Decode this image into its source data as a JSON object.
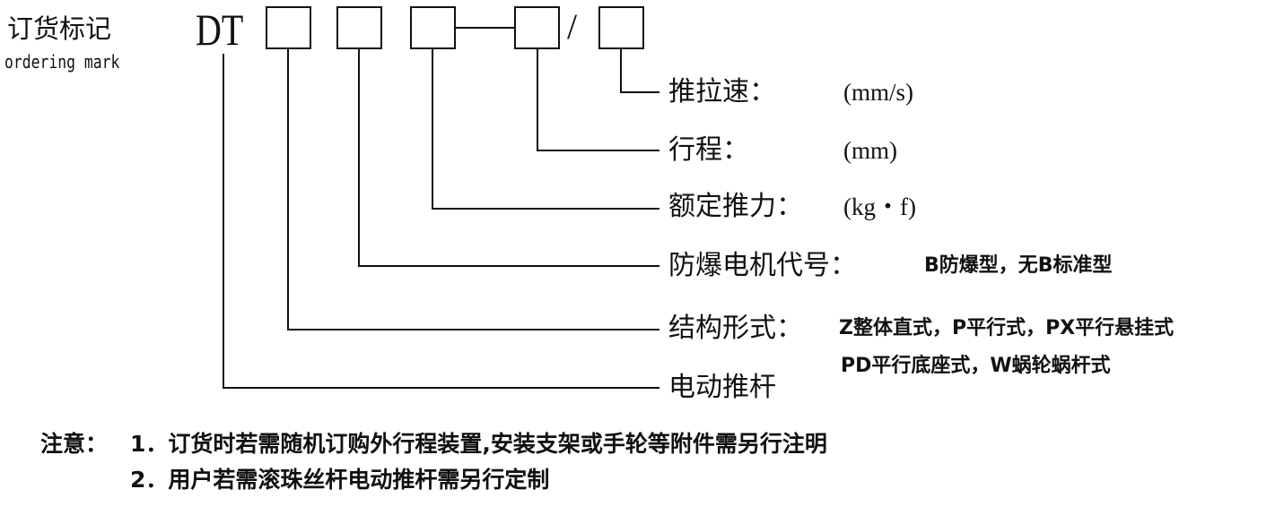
{
  "header": {
    "title_cn": "订货标记",
    "title_en": "ordering mark",
    "model_prefix": "DT",
    "separator_slash": "/"
  },
  "fields": [
    {
      "label": "推拉速：",
      "detail": "(mm/s)"
    },
    {
      "label": "行程：",
      "detail": "(mm)"
    },
    {
      "label": "额定推力：",
      "detail": "(kg・f)"
    },
    {
      "label": "防爆电机代号：",
      "detail": "B防爆型，无B标准型"
    },
    {
      "label": "结构形式：",
      "detail": "Z整体直式，P平行式，PX平行悬挂式",
      "detail_line2": "PD平行底座式，W蜗轮蜗杆式"
    },
    {
      "label": "电动推杆"
    }
  ],
  "notes": {
    "prefix": "注意：",
    "items": [
      "1．订货时若需随机订购外行程装置,安装支架或手轮等附件需另行注明",
      "2．用户若需滚珠丝杆电动推杆需另行定制"
    ]
  }
}
